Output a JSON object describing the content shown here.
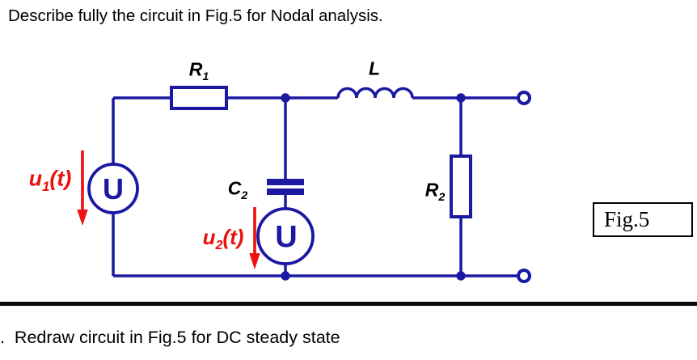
{
  "page": {
    "title": "Describe fully the circuit in Fig.5 for Nodal analysis.",
    "footer_task": ".  Redraw circuit in Fig.5 for DC steady state"
  },
  "figure": {
    "caption": "Fig.5"
  },
  "colors": {
    "wire_blue": "#1b19a1",
    "label_red": "#ec100f",
    "text_black": "#000000"
  },
  "components": {
    "r1": {
      "base": "R",
      "sub": "1"
    },
    "l": {
      "base": "L"
    },
    "c2": {
      "base": "C",
      "sub": "2"
    },
    "r2": {
      "base": "R",
      "sub": "2"
    },
    "u1": {
      "base": "u",
      "sub": "1",
      "suffix": "(t)"
    },
    "u2": {
      "base": "u",
      "sub": "2",
      "suffix": "(t)"
    },
    "source1": {
      "symbol": "U"
    },
    "source2": {
      "symbol": "U"
    }
  }
}
